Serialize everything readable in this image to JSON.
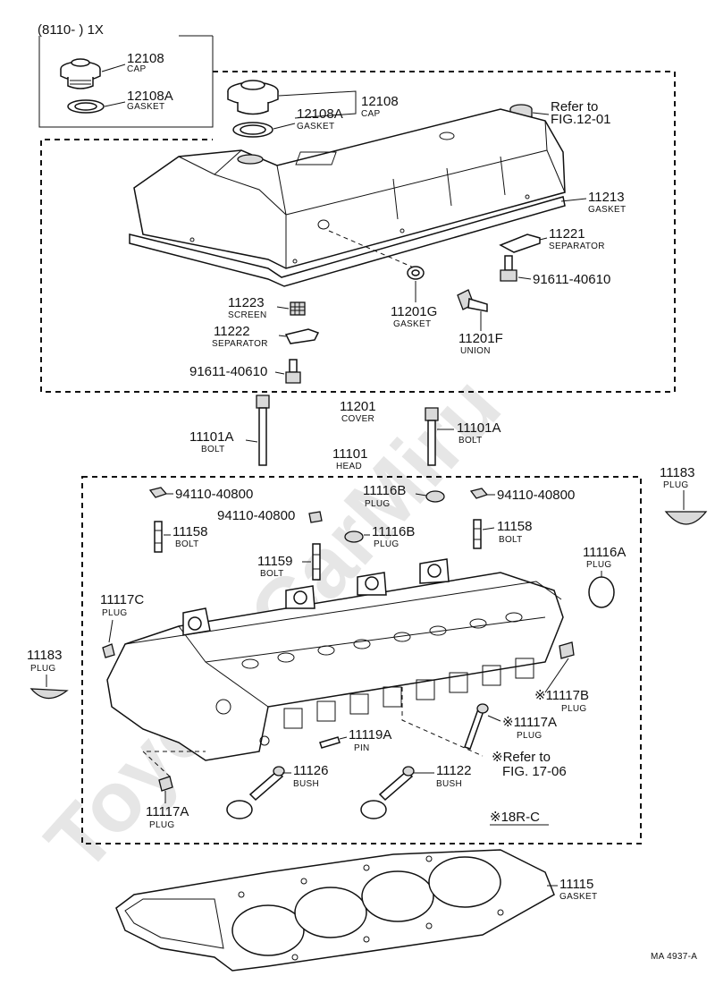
{
  "diagram": {
    "watermark": "Toyota-CarMiru",
    "figure_code": "MA 4937-A",
    "inset_header": "(8110-       ) 1X",
    "note_18rc": "※18R-C",
    "labels": {
      "inset_cap_no": "12108",
      "inset_cap_desc": "CAP",
      "inset_gasket_no": "12108A",
      "inset_gasket_desc": "GASKET",
      "cap_no": "12108",
      "cap_desc": "CAP",
      "cap_gasket_no": "12108A",
      "cap_gasket_desc": "GASKET",
      "refer_fig12_line1": "Refer to",
      "refer_fig12_line2": "FIG.12-01",
      "cover_gasket_no": "11213",
      "cover_gasket_desc": "GASKET",
      "separator_r_no": "11221",
      "separator_r_desc": "SEPARATOR",
      "bolt_r_no": "91611-40610",
      "screen_no": "11223",
      "screen_desc": "SCREEN",
      "separator_l_no": "11222",
      "separator_l_desc": "SEPARATOR",
      "gasket_g_no": "11201G",
      "gasket_g_desc": "GASKET",
      "union_no": "11201F",
      "union_desc": "UNION",
      "bolt_l_no": "91611-40610",
      "cover_no": "11201",
      "cover_desc": "COVER",
      "bolt_a_left_no": "11101A",
      "bolt_a_left_desc": "BOLT",
      "bolt_a_right_no": "11101A",
      "bolt_a_right_desc": "BOLT",
      "head_no": "11101",
      "head_desc": "HEAD",
      "plug_right_no": "11183",
      "plug_right_desc": "PLUG",
      "nut1_no": "94110-40800",
      "plug_b_top_no": "11116B",
      "plug_b_top_desc": "PLUG",
      "nut2_no": "94110-40800",
      "nut3_no": "94110-40800",
      "stud_left_no": "11158",
      "stud_left_desc": "BOLT",
      "plug_b_mid_no": "11116B",
      "plug_b_mid_desc": "PLUG",
      "stud_right_no": "11158",
      "stud_right_desc": "BOLT",
      "plug_a_right_no": "11116A",
      "plug_a_right_desc": "PLUG",
      "stud_mid_no": "11159",
      "stud_mid_desc": "BOLT",
      "plug_c_no": "11117C",
      "plug_c_desc": "PLUG",
      "plug_left_no": "11183",
      "plug_left_desc": "PLUG",
      "plug_117b_no": "※11117B",
      "plug_117b_desc": "PLUG",
      "plug_117a_star_no": "※11117A",
      "plug_117a_star_desc": "PLUG",
      "pin_no": "11119A",
      "pin_desc": "PIN",
      "refer_fig17_line1": "※Refer to",
      "refer_fig17_line2": "FIG. 17-06",
      "bush_left_no": "11126",
      "bush_left_desc": "BUSH",
      "bush_right_no": "11122",
      "bush_right_desc": "BUSH",
      "plug_117a_no": "11117A",
      "plug_117a_desc": "PLUG",
      "head_gasket_no": "11115",
      "head_gasket_desc": "GASKET"
    }
  }
}
